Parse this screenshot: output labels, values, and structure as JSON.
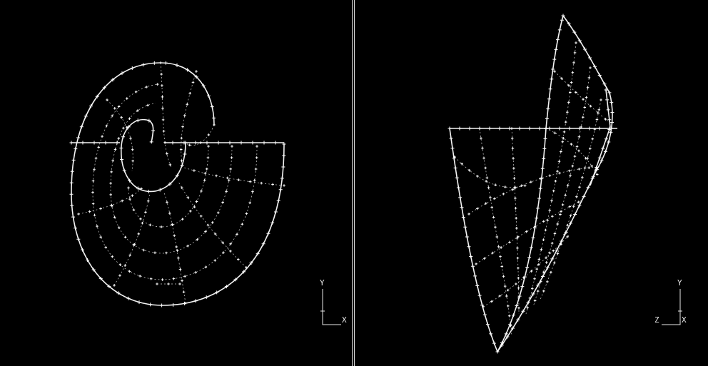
{
  "views": [
    {
      "id": "left",
      "axes": {
        "up": "Y",
        "right": "X",
        "origin": ""
      },
      "colors": {
        "background": "#000000",
        "wire": "#f2f2f2"
      }
    },
    {
      "id": "right",
      "axes": {
        "up": "Y",
        "left": "Z",
        "right": "X"
      },
      "colors": {
        "background": "#000000",
        "wire": "#f2f2f2"
      }
    }
  ]
}
